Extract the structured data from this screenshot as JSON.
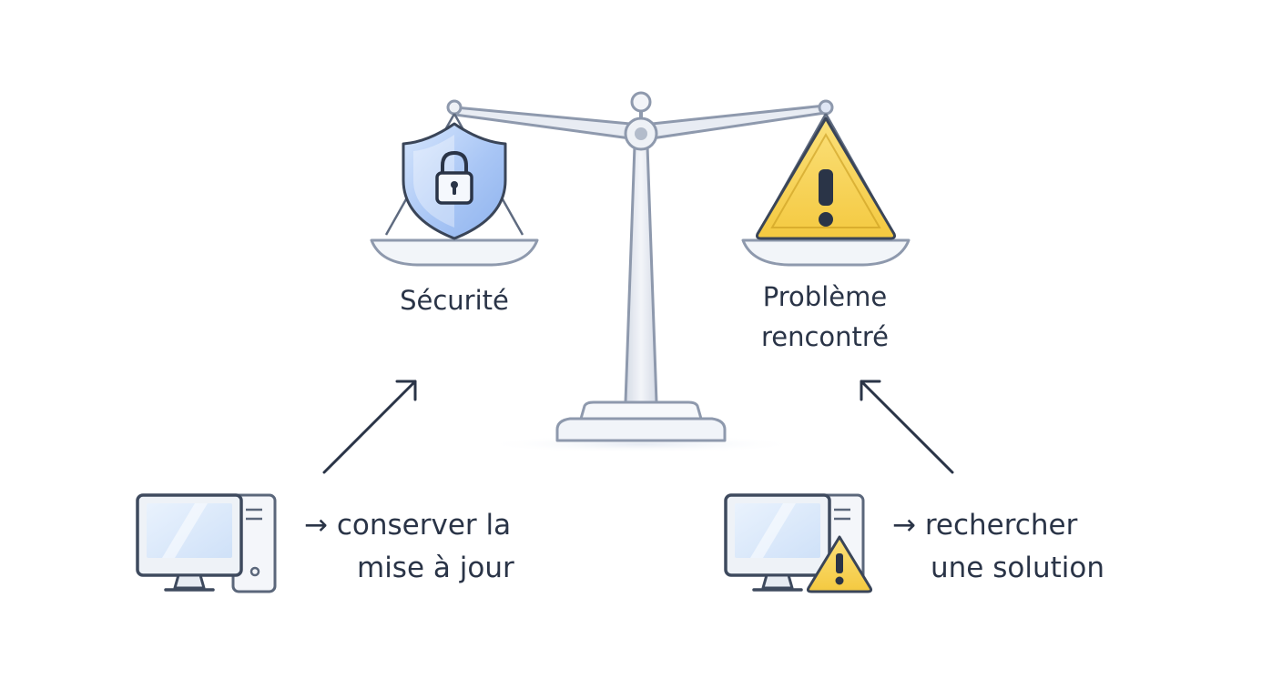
{
  "scale": {
    "left_pan": {
      "icon": "shield-lock-icon",
      "label": "Sécurité"
    },
    "right_pan": {
      "icon": "warning-triangle-icon",
      "label_line1": "Problème",
      "label_line2": "rencontré"
    }
  },
  "options": {
    "left": {
      "icon": "computer-icon",
      "arrow": "→",
      "line1": "conserver la",
      "line2": "mise à jour"
    },
    "right": {
      "icon": "computer-warning-icon",
      "arrow": "→",
      "line1": "rechercher",
      "line2": "une solution"
    }
  },
  "colors": {
    "ink": "#2a3447",
    "steel": "#e3e8f1",
    "steel_edge": "#8e99ad",
    "shield_blue": "#a9c6f5",
    "warning_yellow": "#f8d45c",
    "screen_blue": "#dbe9fb"
  }
}
